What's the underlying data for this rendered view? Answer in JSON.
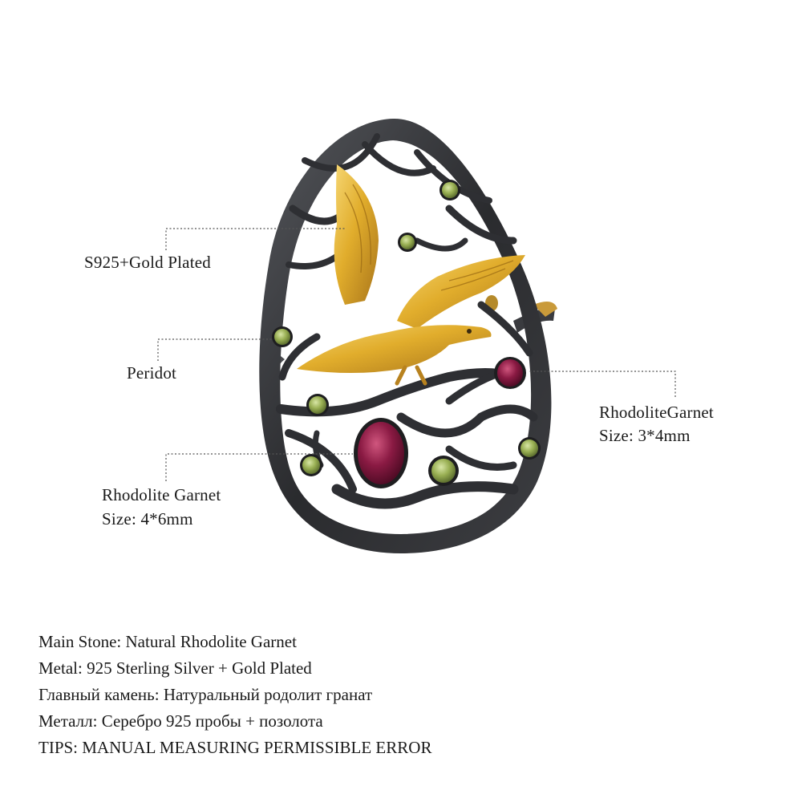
{
  "callouts": {
    "metal": {
      "label": "S925+Gold Plated"
    },
    "peridot": {
      "label": "Peridot"
    },
    "small_garnet": {
      "label": "RhodoliteGarnet",
      "size": "Size: 3*4mm"
    },
    "large_garnet": {
      "label": "Rhodolite Garnet",
      "size": "Size: 4*6mm"
    }
  },
  "specs": [
    "Main Stone: Natural Rhodolite Garnet",
    "Metal: 925 Sterling Silver + Gold Plated",
    "Главный камень: Натуральный родолит гранат",
    "Металл: Серебро 925 пробы + позолота",
    "TIPS: MANUAL MEASURING PERMISSIBLE ERROR"
  ],
  "colors": {
    "background": "#ffffff",
    "blackened_silver": "#2f3033",
    "gold": "#d9a82a",
    "garnet": "#7a1537",
    "peridot": "#8fa648"
  }
}
